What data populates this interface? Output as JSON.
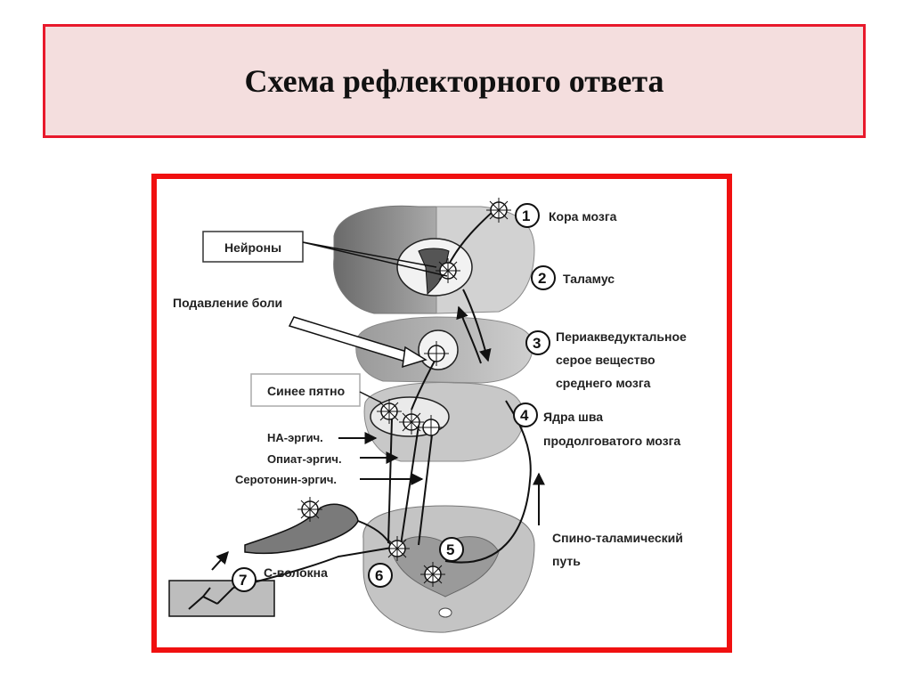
{
  "slide": {
    "title": "Схема рефлекторного ответа"
  },
  "diagram": {
    "labels": {
      "neurons": "Нейроны",
      "pain_suppression": "Подавление боли",
      "locus_coeruleus": "Синее пятно",
      "na_ergic": "НА-эргич.",
      "opiate_ergic": "Опиат-эргич.",
      "serotonin_ergic": "Серотонин-эргич.",
      "c_fibers": "С-волокна"
    },
    "legend": [
      {
        "number": "1",
        "lines": [
          "Кора мозга"
        ]
      },
      {
        "number": "2",
        "lines": [
          "Таламус"
        ]
      },
      {
        "number": "3",
        "lines": [
          "Периакведуктальное",
          "серое вещество",
          "среднего мозга"
        ]
      },
      {
        "number": "4",
        "lines": [
          "Ядра шва",
          "продолговатого мозга"
        ]
      },
      {
        "number": "5",
        "lines": []
      },
      {
        "number": "6",
        "lines": []
      },
      {
        "number": "7",
        "lines": []
      }
    ],
    "pathway_label": [
      "Спино-таламический",
      "путь"
    ]
  }
}
